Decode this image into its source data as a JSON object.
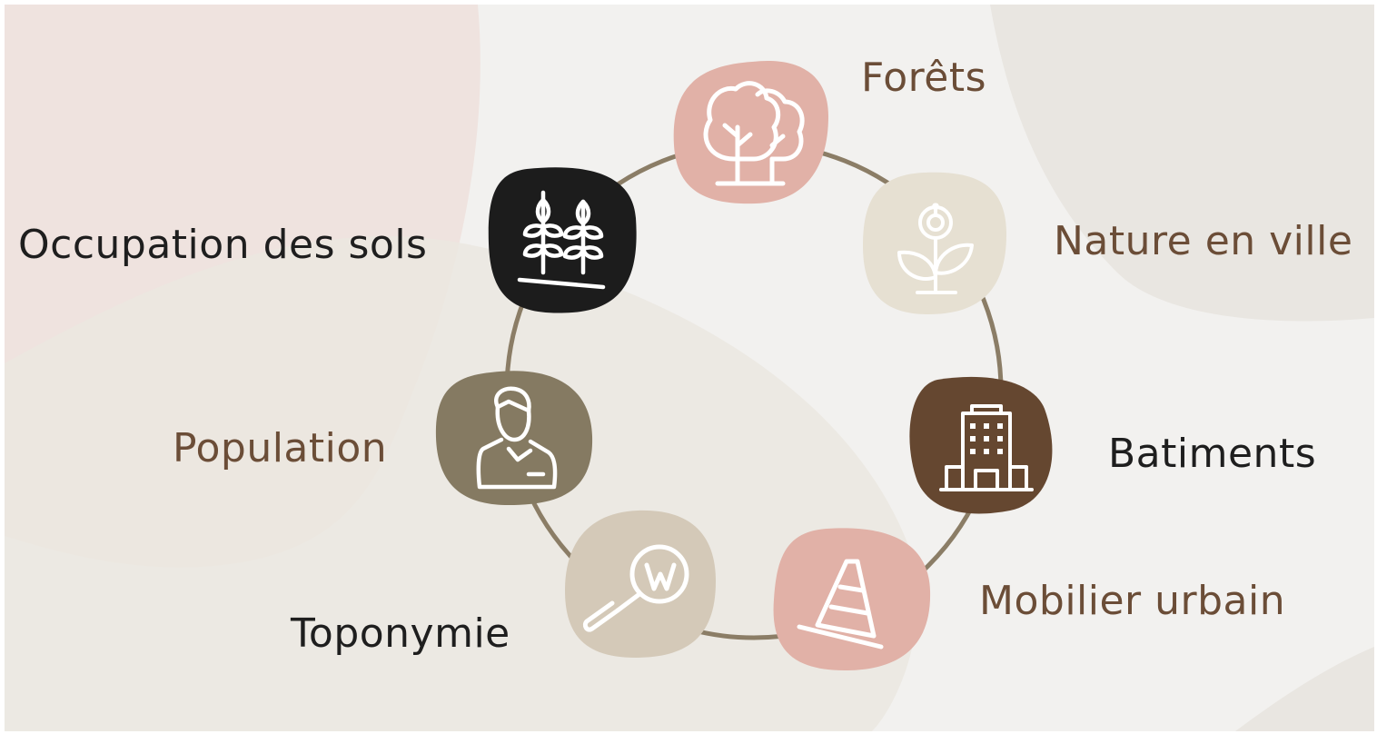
{
  "colors": {
    "brown_text": "#6b4d37",
    "dark_text": "#1e1e1e",
    "ring": "#8b7d66",
    "pink": "#e1b1a7",
    "cream": "#e6e0d2",
    "black": "#1c1c1c",
    "dark_brown": "#654730",
    "olive": "#857a62",
    "beige": "#d4c9b8"
  },
  "diagram": {
    "nodes": [
      {
        "id": "forets",
        "label": "Forêts",
        "icon": "trees-icon",
        "fill": "pink",
        "text_color": "brown_text"
      },
      {
        "id": "nature-en-ville",
        "label": "Nature en ville",
        "icon": "flower-plant-icon",
        "fill": "cream",
        "text_color": "brown_text"
      },
      {
        "id": "batiments",
        "label": "Batiments",
        "icon": "building-icon",
        "fill": "dark_brown",
        "text_color": "dark_text"
      },
      {
        "id": "mobilier-urbain",
        "label": "Mobilier urbain",
        "icon": "traffic-cone-icon",
        "fill": "pink",
        "text_color": "brown_text"
      },
      {
        "id": "toponymie",
        "label": "Toponymie",
        "icon": "magnifier-w-icon",
        "fill": "beige",
        "text_color": "dark_text"
      },
      {
        "id": "population",
        "label": "Population",
        "icon": "person-icon",
        "fill": "olive",
        "text_color": "brown_text"
      },
      {
        "id": "occupation-des-sols",
        "label": "Occupation des sols",
        "icon": "wheat-icon",
        "fill": "black",
        "text_color": "dark_text"
      }
    ]
  }
}
